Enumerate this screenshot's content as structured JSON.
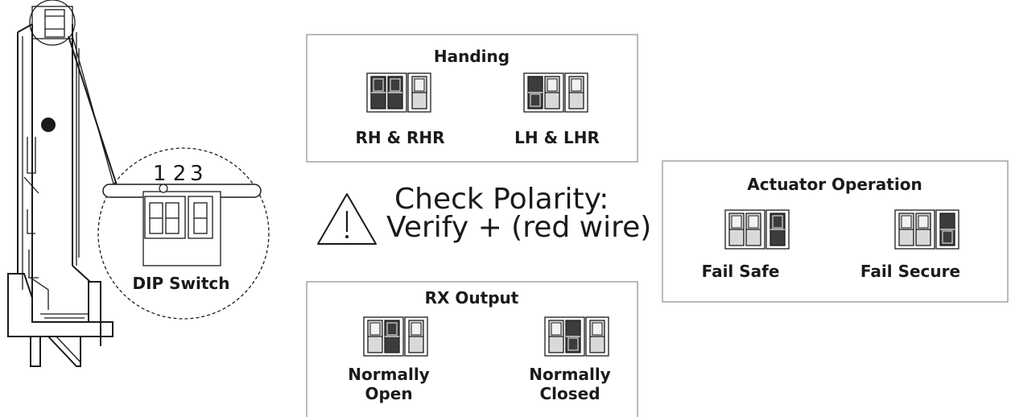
{
  "colors": {
    "ink": "#1a1a1a",
    "switch_body": "#d9d9d9",
    "switch_on": "#3c3c3c",
    "box_border": "#8c8c8c"
  },
  "device": {
    "switch_numbers": [
      "1 2",
      "3"
    ],
    "callout_label": "DIP Switch"
  },
  "warning": {
    "icon": "warning-triangle-icon",
    "line1": "Check Polarity:",
    "line2": "Verify + (red wire)"
  },
  "panels": [
    {
      "title": "Handing",
      "options": [
        {
          "label_lines": [
            "RH & RHR"
          ],
          "switch_states": [
            "dark",
            "dark",
            "light"
          ],
          "lever_positions": [
            "up",
            "up",
            "up"
          ]
        },
        {
          "label_lines": [
            "LH & LHR"
          ],
          "switch_states": [
            "dark",
            "light",
            "light"
          ],
          "lever_positions": [
            "down",
            "up",
            "up"
          ]
        }
      ]
    },
    {
      "title": "RX Output",
      "options": [
        {
          "label_lines": [
            "Normally",
            "Open"
          ],
          "switch_states": [
            "light",
            "dark",
            "light"
          ],
          "lever_positions": [
            "up",
            "up",
            "up"
          ]
        },
        {
          "label_lines": [
            "Normally",
            "Closed"
          ],
          "switch_states": [
            "light",
            "dark",
            "light"
          ],
          "lever_positions": [
            "up",
            "down",
            "up"
          ]
        }
      ]
    },
    {
      "title": "Actuator Operation",
      "options": [
        {
          "label_lines": [
            "Fail Safe"
          ],
          "switch_states": [
            "light",
            "light",
            "dark"
          ],
          "lever_positions": [
            "up",
            "up",
            "up"
          ]
        },
        {
          "label_lines": [
            "Fail Secure"
          ],
          "switch_states": [
            "light",
            "light",
            "dark"
          ],
          "lever_positions": [
            "up",
            "up",
            "down"
          ]
        }
      ]
    }
  ]
}
